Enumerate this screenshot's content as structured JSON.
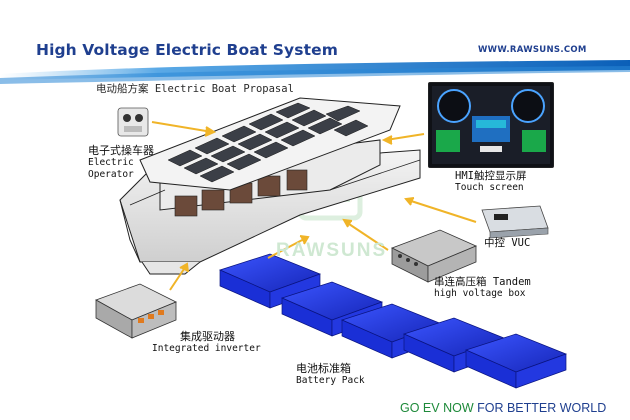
{
  "title": "High Voltage Electric Boat System",
  "website": "WWW.RAWSUNS.COM",
  "proposal": "电动船方案 Electric Boat Propasal",
  "watermark": "RAWSUNS",
  "components": {
    "operator": {
      "cn": "电子式操车器",
      "en1": "Electric",
      "en2": "Operator"
    },
    "hmi": {
      "cn": "HMI触控显示屏",
      "en": "Touch screen"
    },
    "vuc": {
      "label": "中控 VUC"
    },
    "hv_box": {
      "cn": "串连高压箱 Tandem",
      "en": "high voltage box"
    },
    "inverter": {
      "cn": "集成驱动器",
      "en": "Integrated inverter"
    },
    "battery": {
      "cn": "电池标准箱",
      "en": "Battery Pack"
    }
  },
  "slogan": {
    "part1": "GO EV NOW",
    "part2": " FOR BETTER WORLD"
  },
  "colors": {
    "title": "#1f3f8f",
    "arrow": "#f0b428",
    "battery": "#1a2fd6",
    "swoosh": "#1e78c8",
    "slogan_green": "#1e8a3a"
  }
}
